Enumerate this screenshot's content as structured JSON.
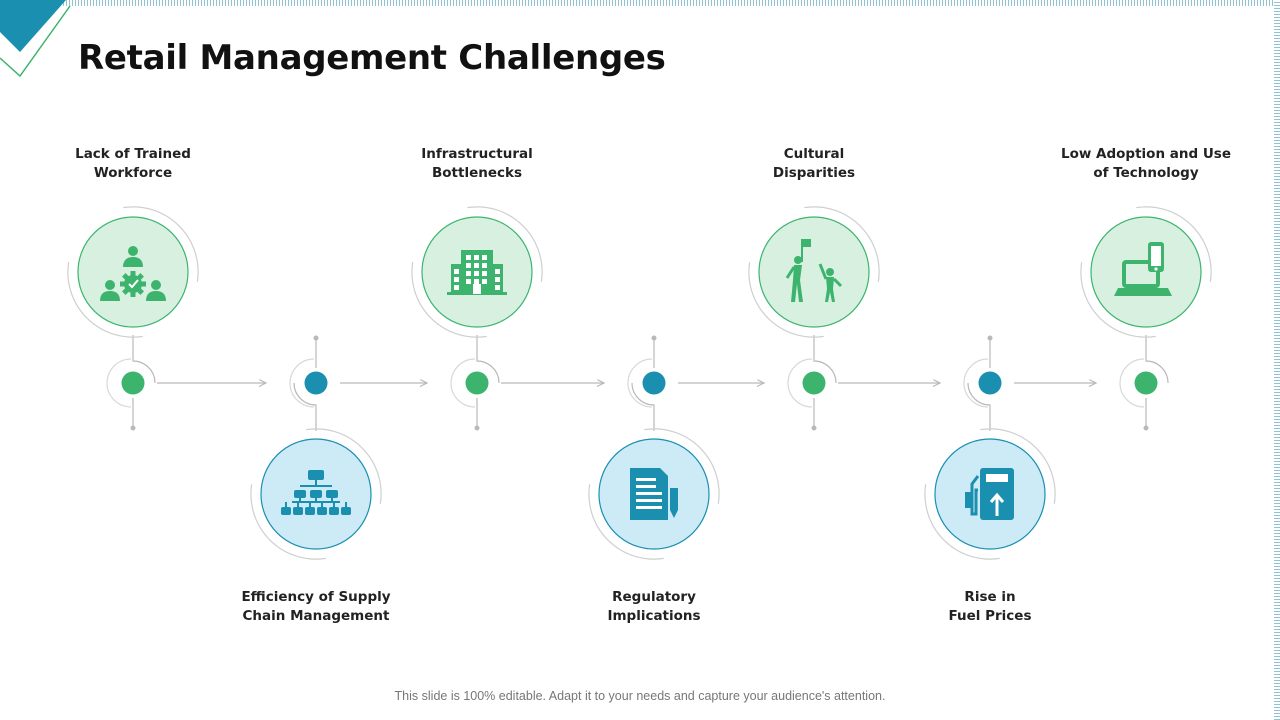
{
  "slide": {
    "title": "Retail Management Challenges",
    "footer": "This slide is 100% editable. Adapt it to your needs and capture your audience's attention."
  },
  "colors": {
    "green": "#3cb46e",
    "green_fill": "#d8f0e0",
    "blue": "#1a8fb0",
    "blue_fill": "#cdebf6",
    "connector": "#b9b9b9"
  },
  "challenges": [
    {
      "line1": "Lack of Trained",
      "line2": "Workforce",
      "icon": "team-gear-icon",
      "theme": "green"
    },
    {
      "line1": "Efficiency of Supply",
      "line2": "Chain Management",
      "icon": "hierarchy-icon",
      "theme": "blue"
    },
    {
      "line1": "Infrastructural",
      "line2": "Bottlenecks",
      "icon": "building-icon",
      "theme": "green"
    },
    {
      "line1": "Regulatory",
      "line2": "Implications",
      "icon": "document-pen-icon",
      "theme": "blue"
    },
    {
      "line1": "Cultural",
      "line2": "Disparities",
      "icon": "people-flag-icon",
      "theme": "green"
    },
    {
      "line1": "Rise in",
      "line2": "Fuel Prices",
      "icon": "fuel-pump-icon",
      "theme": "blue"
    },
    {
      "line1": "Low Adoption and Use",
      "line2": "of Technology",
      "icon": "laptop-phone-icon",
      "theme": "green"
    }
  ]
}
